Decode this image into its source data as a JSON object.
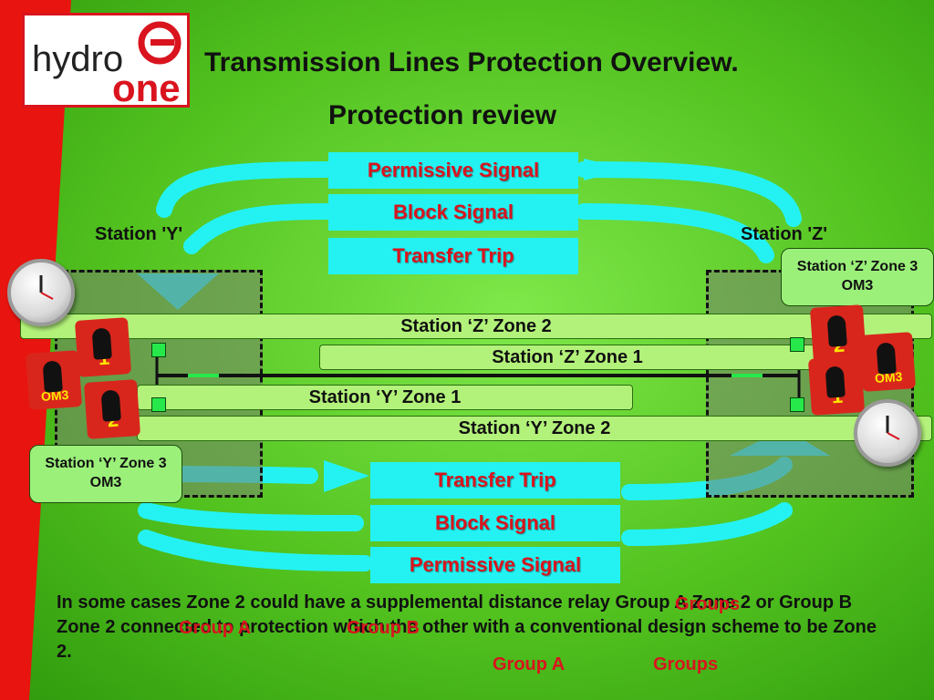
{
  "logo": {
    "hydro": "hydro",
    "one": "one"
  },
  "title": "Transmission Lines Protection Overview.",
  "subtitle": "Protection review",
  "signals_top": [
    "Permissive Signal",
    "Block Signal",
    "Transfer Trip"
  ],
  "signals_bottom": [
    "Transfer Trip",
    "Block Signal",
    "Permissive Signal"
  ],
  "stations": {
    "y_label": "Station 'Y'",
    "z_label": "Station 'Z'"
  },
  "callouts": {
    "z_zone3": "Station ‘Z’ Zone 3 OM3",
    "y_zone3": "Station ‘Y’ Zone 3 OM3"
  },
  "zones": {
    "z2": "Station ‘Z’ Zone 2",
    "z1": "Station ‘Z’ Zone 1",
    "y1": "Station ‘Y’ Zone 1",
    "y2": "Station ‘Y’ Zone 2"
  },
  "relays": {
    "one": "1",
    "two": "2",
    "om3": "OM3"
  },
  "bottom_text": "In some cases Zone 2 could have a supplemental distance relay Group A Zone 2 or Group B Zone 2 connected to protection which the other with a conventional design scheme to be Zone 2.",
  "overlay": {
    "groups": "Groups",
    "group_a": "Group A",
    "group_b": "Group B"
  },
  "colors": {
    "signal_bg": "#24f2f2",
    "signal_text": "#d9141e",
    "brand_red": "#d9141e"
  }
}
